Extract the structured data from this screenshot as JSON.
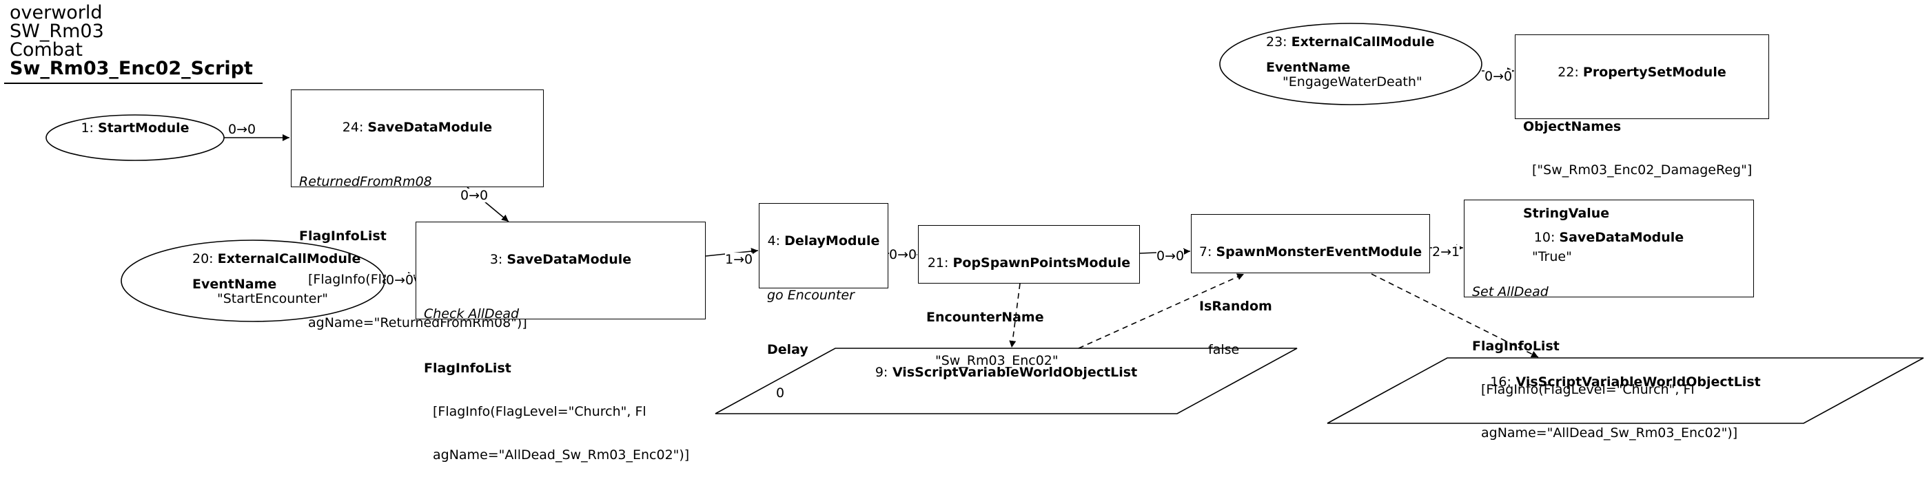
{
  "header": {
    "lines": [
      "overworld",
      "SW_Rm03",
      "Combat"
    ],
    "script_name": "Sw_Rm03_Enc02_Script"
  },
  "nodes": {
    "n1": {
      "id": "1:",
      "type": "StartModule"
    },
    "n24": {
      "id": "24:",
      "type": "SaveDataModule",
      "comment": "ReturnedFromRm08",
      "prop": "FlagInfoList",
      "value_lines": [
        "[FlagInfo(FlagLevel=\"Subway\", Fl",
        "agName=\"ReturnedFromRm08\")]"
      ]
    },
    "n20": {
      "id": "20:",
      "type": "ExternalCallModule",
      "prop": "EventName",
      "value": "\"StartEncounter\""
    },
    "n3": {
      "id": "3:",
      "type": "SaveDataModule",
      "comment": "Check AllDead",
      "prop": "FlagInfoList",
      "value_lines": [
        "[FlagInfo(FlagLevel=\"Church\", Fl",
        "agName=\"AllDead_Sw_Rm03_Enc02\")]"
      ]
    },
    "n4": {
      "id": "4:",
      "type": "DelayModule",
      "comment": "go Encounter",
      "prop": "Delay",
      "value": "0"
    },
    "n21": {
      "id": "21:",
      "type": "PopSpawnPointsModule",
      "prop": "EncounterName",
      "value": "\"Sw_Rm03_Enc02\""
    },
    "n7": {
      "id": "7:",
      "type": "SpawnMonsterEventModule",
      "prop": "IsRandom",
      "value": "false"
    },
    "n10": {
      "id": "10:",
      "type": "SaveDataModule",
      "comment": "Set AllDead",
      "prop": "FlagInfoList",
      "value_lines": [
        "[FlagInfo(FlagLevel=\"Church\", Fl",
        "agName=\"AllDead_Sw_Rm03_Enc02\")]"
      ]
    },
    "n23": {
      "id": "23:",
      "type": "ExternalCallModule",
      "prop": "EventName",
      "value": "\"EngageWaterDeath\""
    },
    "n22": {
      "id": "22:",
      "type": "PropertySetModule",
      "prop1": "ObjectNames",
      "value1": "[\"Sw_Rm03_Enc02_DamageReg\"]",
      "prop2": "StringValue",
      "value2": "\"True\""
    },
    "n9": {
      "id": "9:",
      "type": "VisScriptVariableWorldObjectList"
    },
    "n16": {
      "id": "16:",
      "type": "VisScriptVariableWorldObjectList"
    }
  },
  "edge_labels": {
    "e1_24": "0→0",
    "e24_3": "0→0",
    "e20_3": "0→0",
    "e3_4": "1→0",
    "e4_21": "0→0",
    "e21_7": "0→0",
    "e7_10": "2→1",
    "e23_22": "0→0"
  }
}
